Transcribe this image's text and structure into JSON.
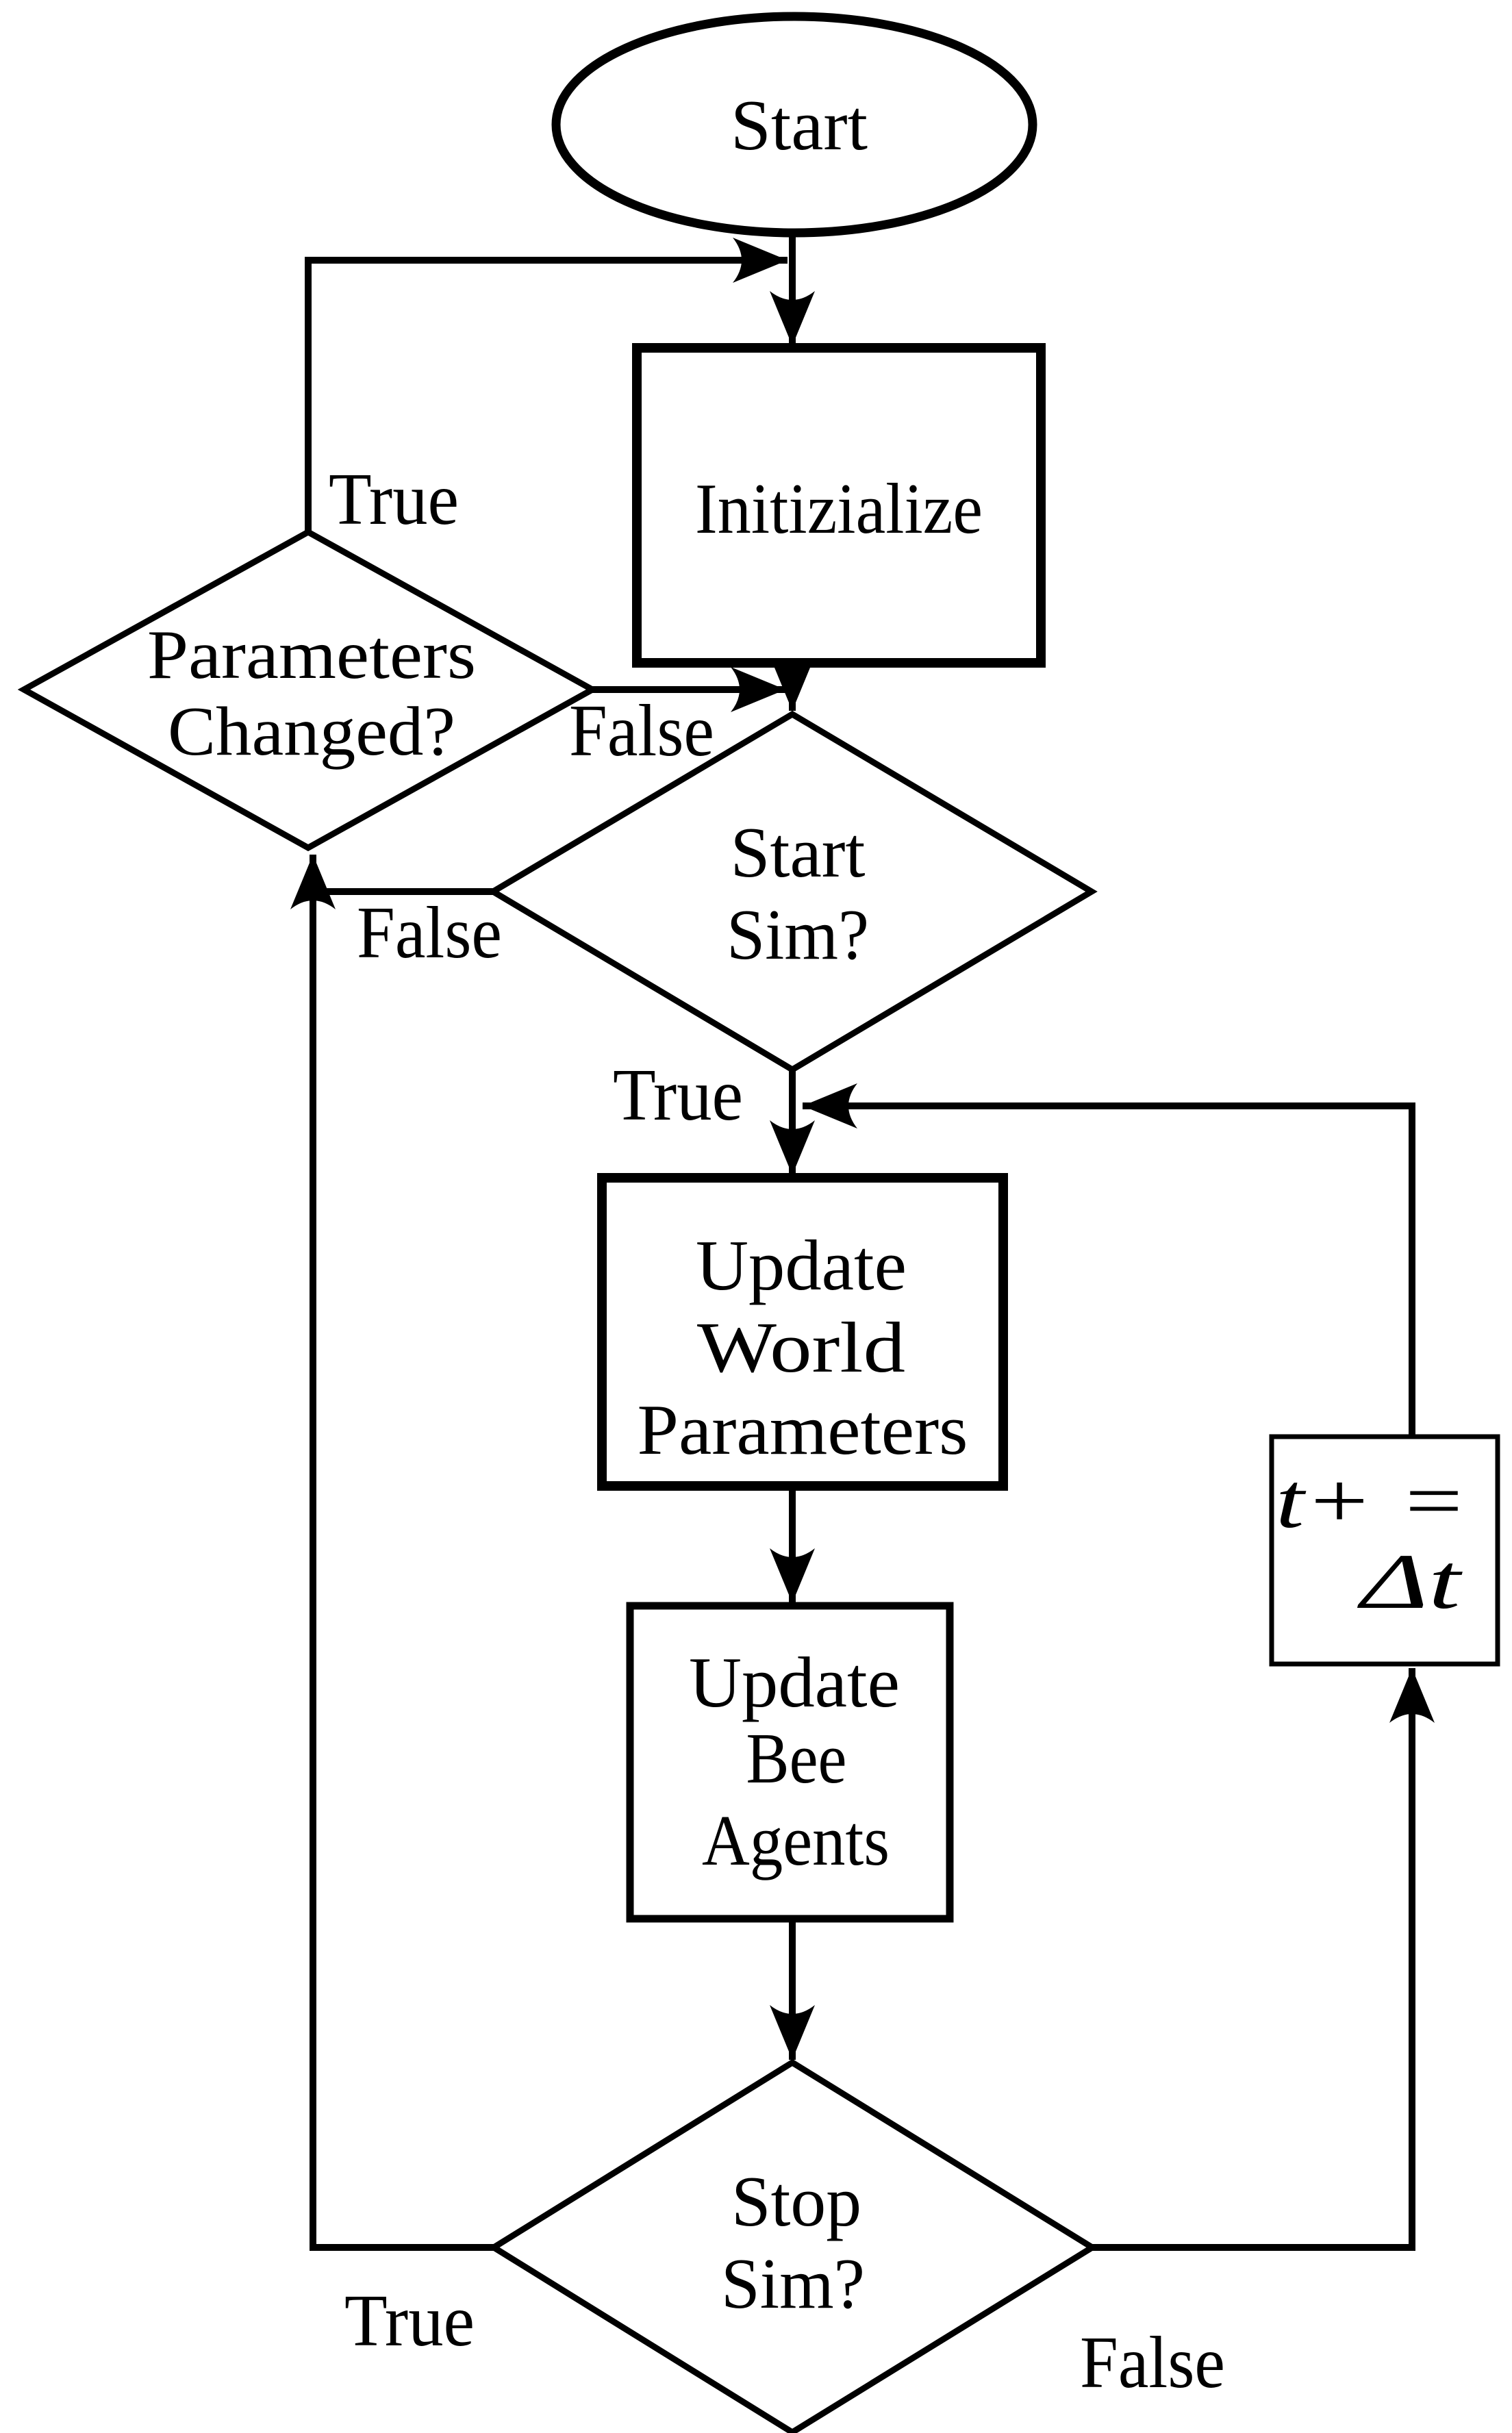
{
  "diagram": {
    "background_color": "#ffffff",
    "line_color": "#000000",
    "nodes": {
      "start": {
        "type": "terminator",
        "label": "Start"
      },
      "initialize": {
        "type": "process",
        "label": "Initizialize"
      },
      "parameters_changed": {
        "type": "decision",
        "lines": [
          "Parameters",
          "Changed?"
        ]
      },
      "start_sim": {
        "type": "decision",
        "lines": [
          "Start",
          "Sim?"
        ]
      },
      "update_world_parameters": {
        "type": "process",
        "lines": [
          "Update",
          "World",
          "Parameters"
        ]
      },
      "update_bee_agents": {
        "type": "process",
        "lines": [
          "Update",
          "Bee",
          "Agents"
        ]
      },
      "stop_sim": {
        "type": "decision",
        "lines": [
          "Stop",
          "Sim?"
        ]
      },
      "time_increment": {
        "type": "process",
        "lines": [
          "t+ =",
          "Δt"
        ]
      }
    },
    "edge_labels": {
      "parameters_changed_true": "True",
      "parameters_changed_false": "False",
      "start_sim_false": "False",
      "start_sim_true": "True",
      "stop_sim_true": "True",
      "stop_sim_false": "False"
    }
  }
}
